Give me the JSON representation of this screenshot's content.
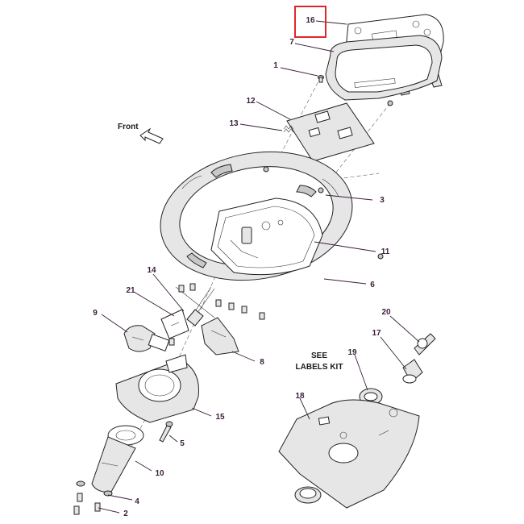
{
  "front_label": "Front",
  "labels_note": [
    "SEE",
    "LABELS KIT"
  ],
  "highlight_color": "#e0262b",
  "callout_color": "#3a1e3a",
  "callouts": {
    "c1": "1",
    "c2": "2",
    "c3": "3",
    "c4": "4",
    "c5": "5",
    "c6": "6",
    "c7": "7",
    "c8": "8",
    "c9": "9",
    "c10": "10",
    "c11": "11",
    "c12": "12",
    "c13": "13",
    "c14": "14",
    "c15": "15",
    "c16": "16",
    "c17": "17",
    "c18": "18",
    "c19": "19",
    "c20": "20",
    "c21": "21"
  }
}
